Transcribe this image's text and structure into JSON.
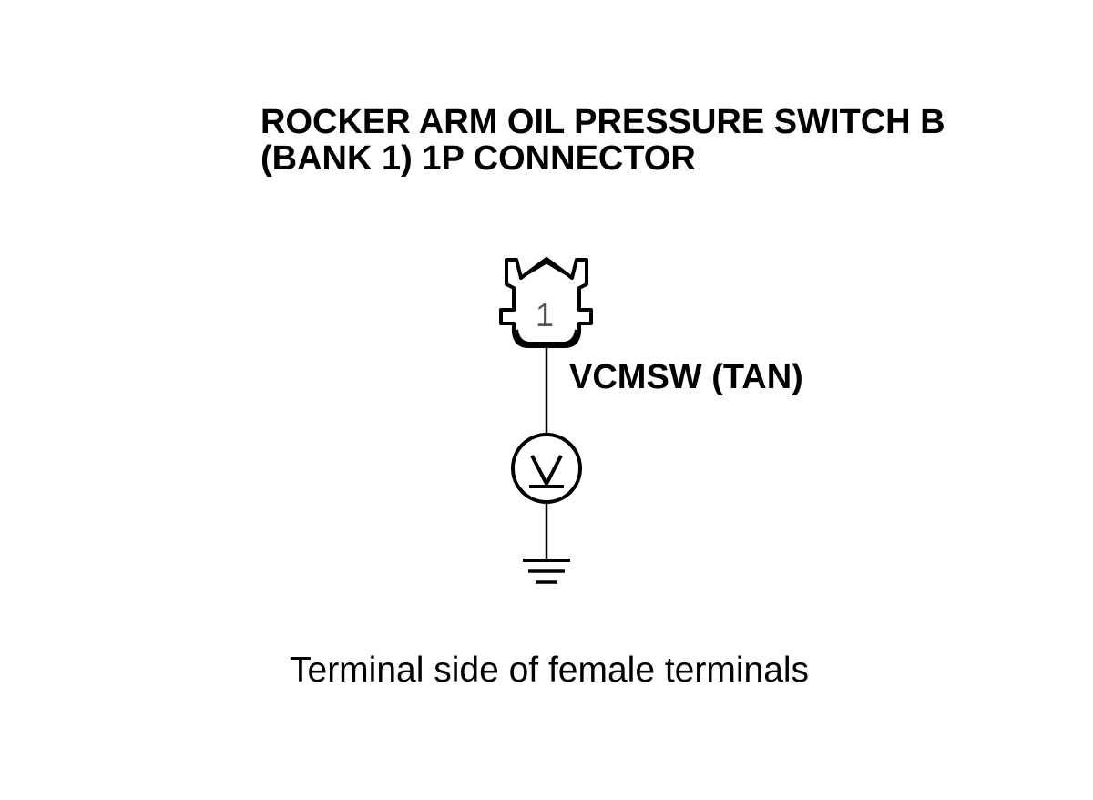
{
  "title": {
    "line1": "ROCKER ARM OIL PRESSURE SWITCH B",
    "line2": "(BANK 1) 1P CONNECTOR"
  },
  "connector": {
    "terminal_number": "1",
    "icon": "female-connector-icon"
  },
  "wire": {
    "label": "VCMSW (TAN)"
  },
  "meter": {
    "icon": "voltmeter-icon"
  },
  "ground": {
    "icon": "ground-icon"
  },
  "caption": "Terminal side of female terminals"
}
